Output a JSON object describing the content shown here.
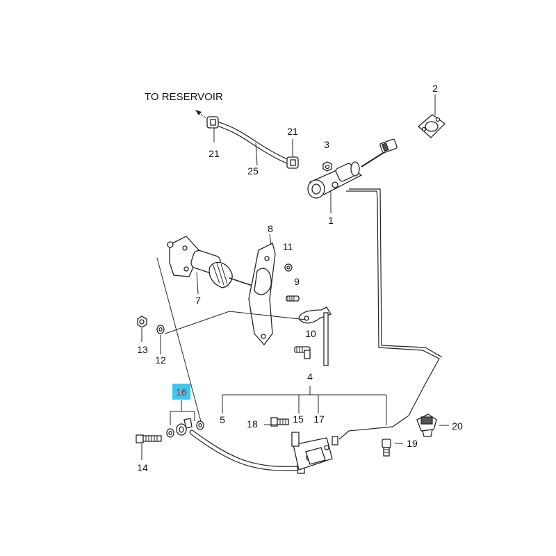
{
  "diagram": {
    "annotation": "TO RESERVOIR",
    "highlight": {
      "number": "16",
      "box_color": "#3cc8f0",
      "text_color": "#d01818"
    },
    "callouts": {
      "c1": "1",
      "c2": "2",
      "c3": "3",
      "c4": "4",
      "c5": "5",
      "c7": "7",
      "c8": "8",
      "c9": "9",
      "c10": "10",
      "c11": "11",
      "c12": "12",
      "c13": "13",
      "c14": "14",
      "c15": "15",
      "c17": "17",
      "c18": "18",
      "c19": "19",
      "c20": "20",
      "c21a": "21",
      "c21b": "21",
      "c25": "25"
    }
  }
}
